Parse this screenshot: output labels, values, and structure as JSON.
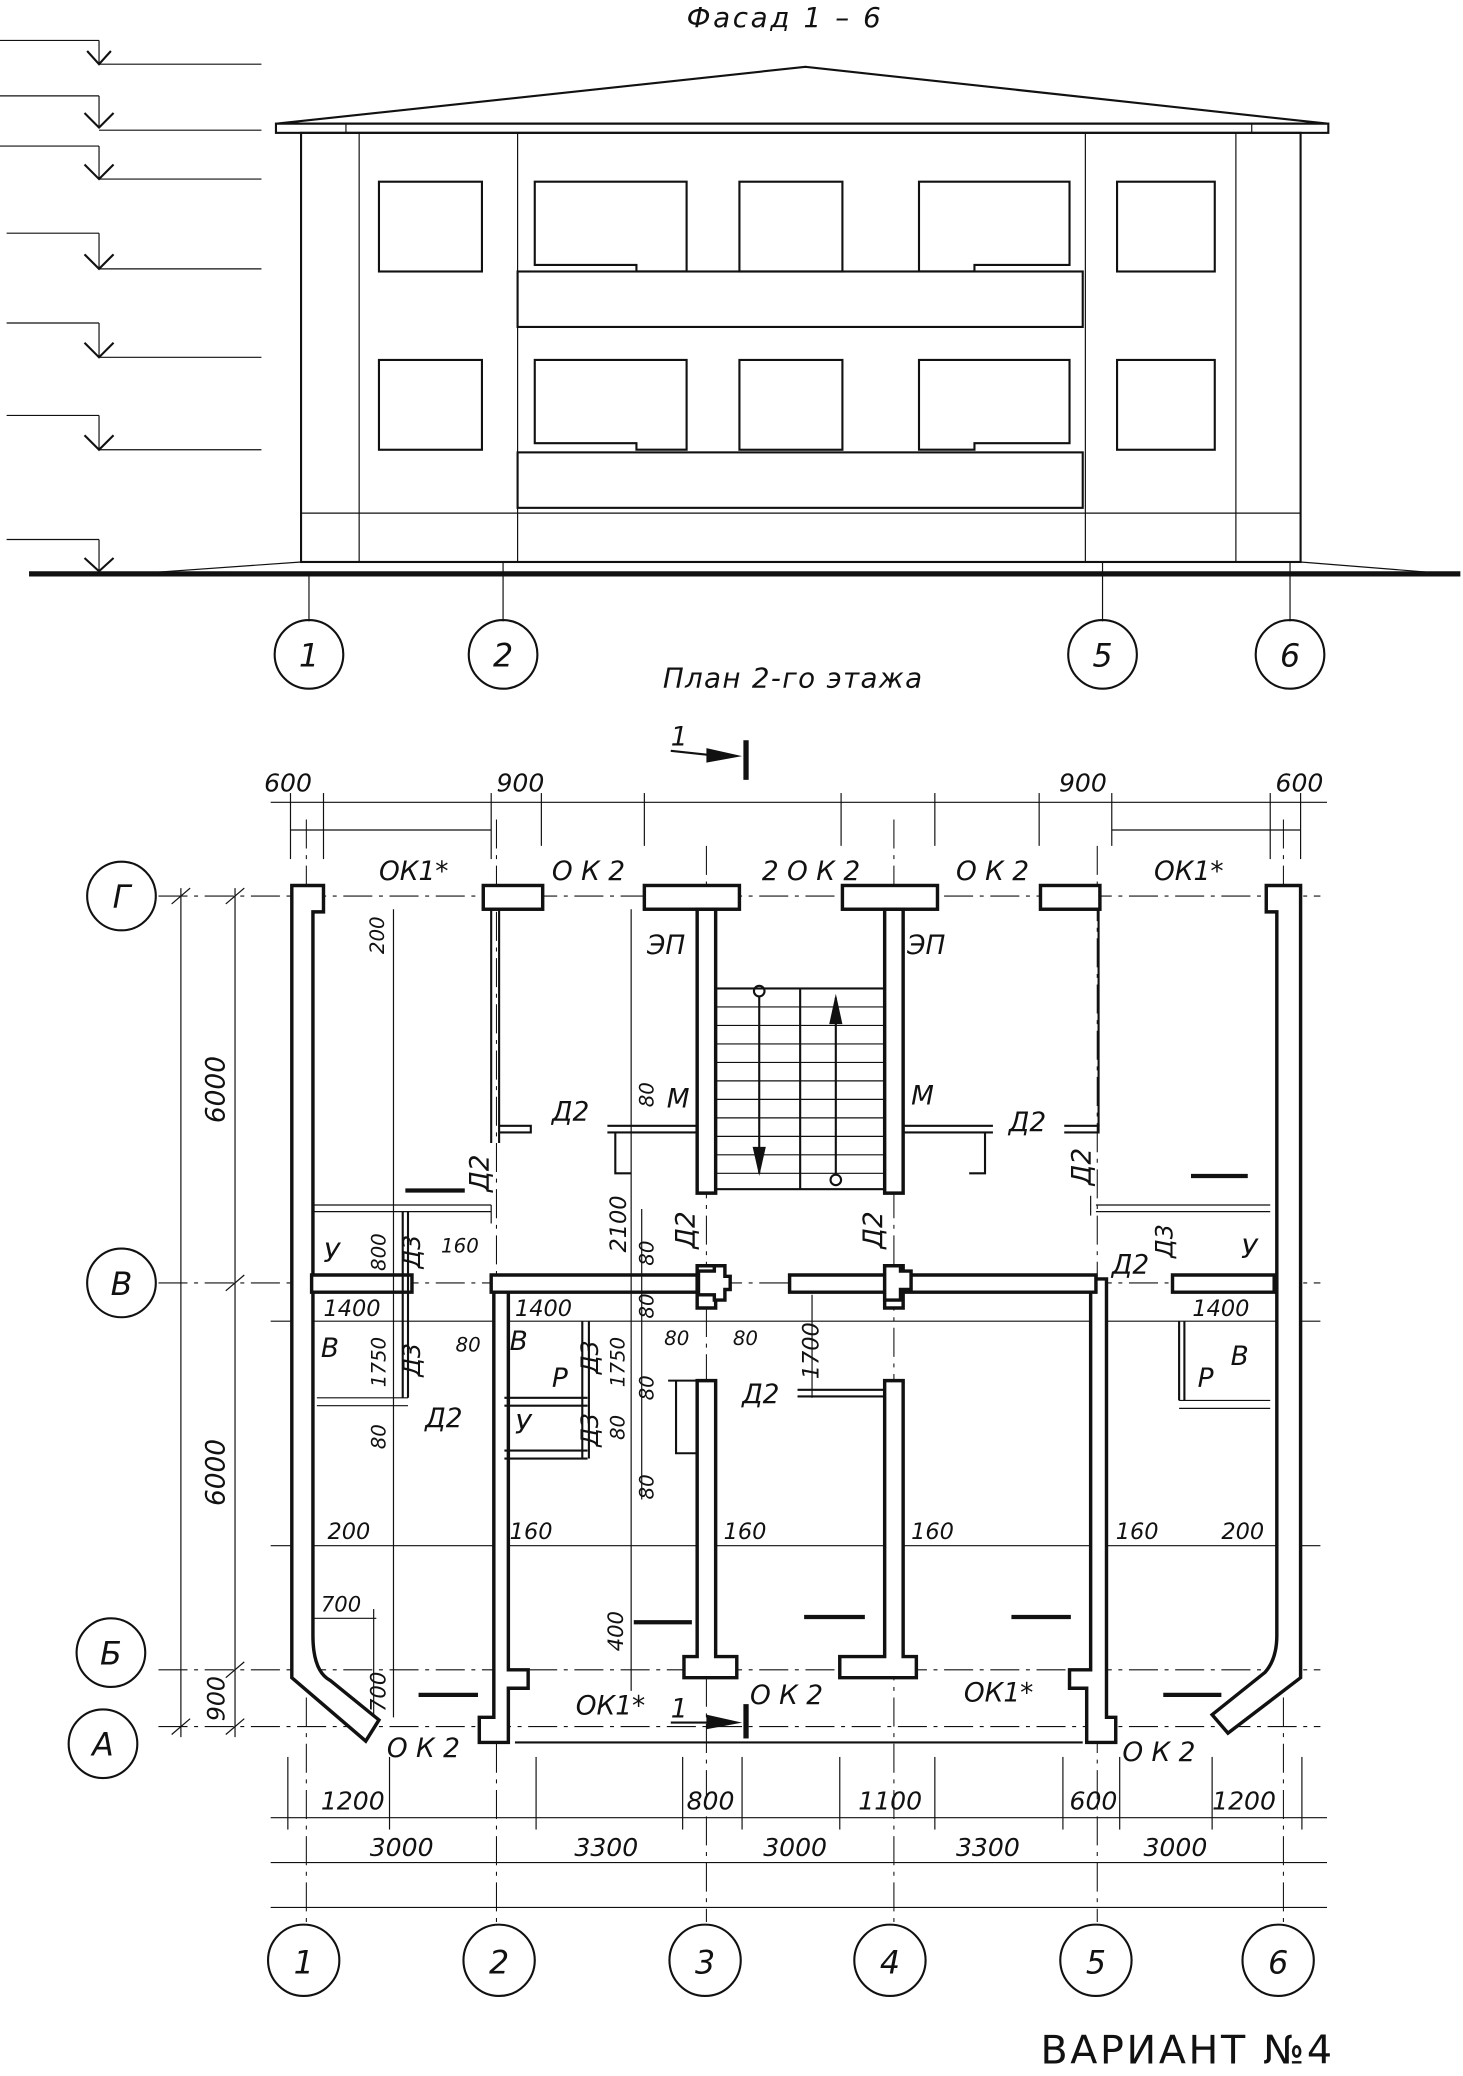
{
  "facade": {
    "title": "Фасад 1 – 6",
    "axis_bubbles": [
      "1",
      "2",
      "5",
      "6"
    ]
  },
  "plan": {
    "title": "План 2-го этажа",
    "section_marker": "1",
    "row_axes": [
      "Г",
      "В",
      "Б",
      "А"
    ],
    "column_axes": [
      "1",
      "2",
      "3",
      "4",
      "5",
      "6"
    ],
    "top_dimensions": [
      "600",
      "900",
      "900",
      "600"
    ],
    "left_dimensions": [
      "6000",
      "6000",
      "900"
    ],
    "bottom_dims_row1": [
      "1200",
      "800",
      "1100",
      "600",
      "1200"
    ],
    "bottom_dims_row2": [
      "3000",
      "3300",
      "3000",
      "3300",
      "3000"
    ],
    "windows_top": [
      "ОК1*",
      "О К 2",
      "2 О К 2",
      "О К 2",
      "ОК1*"
    ],
    "windows_bottom": [
      "О К 2",
      "ОК1*",
      "О К 2",
      "ОК1*",
      "О К 2"
    ],
    "doors": [
      "Д2",
      "Д2",
      "Д2",
      "Д2",
      "Д2",
      "Д2",
      "Д2",
      "Д2",
      "Д2",
      "Д3",
      "Д3",
      "Д3",
      "Д3",
      "Д3"
    ],
    "room_labels": [
      "ЭП",
      "ЭП",
      "М",
      "М",
      "У",
      "У",
      "У",
      "В",
      "В",
      "В",
      "Р",
      "Р"
    ],
    "inner_dimensions": [
      "200",
      "800",
      "160",
      "1400",
      "1400",
      "1400",
      "1750",
      "1750",
      "80",
      "80",
      "80",
      "80",
      "80",
      "80",
      "80",
      "80",
      "80",
      "80",
      "2100",
      "1700",
      "200",
      "200",
      "160",
      "160",
      "160",
      "160",
      "700",
      "700",
      "400"
    ]
  },
  "footer": {
    "variant": "ВАРИАНТ №4"
  }
}
